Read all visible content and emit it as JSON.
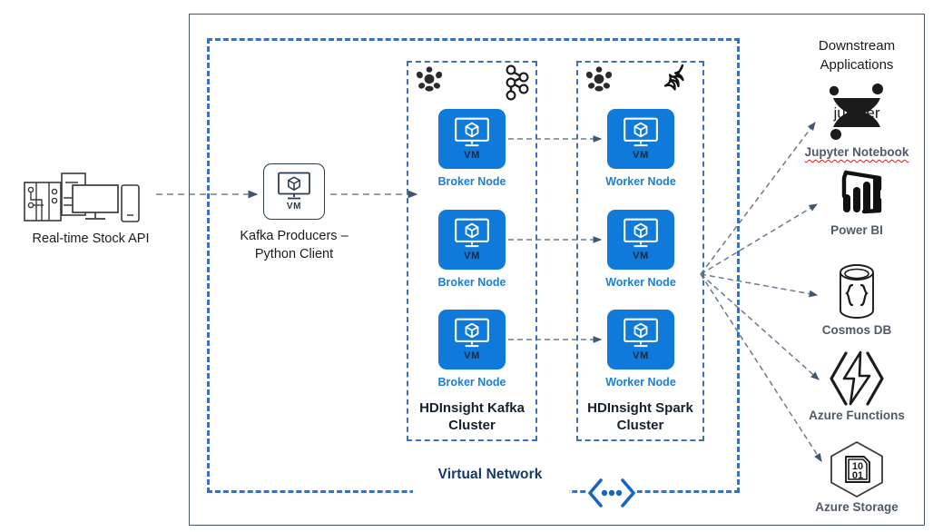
{
  "diagram": {
    "title": "Real-time stock streaming architecture on Azure HDInsight",
    "colors": {
      "vm_tile_blue": "#0f7ada",
      "node_label_blue": "#1a7fd4",
      "vnet_dash_blue": "#3f6fba",
      "outer_border": "#44546a",
      "arrow_gray": "#7b8794",
      "arrow_head": "#3f5570",
      "label_dark": "#1b1b1b",
      "ds_label_gray": "#4f5b68",
      "spellcheck_red": "#e01b1b"
    }
  },
  "source": {
    "label": "Real-time Stock API",
    "icon": "devices-icon"
  },
  "producer": {
    "tile_text": "VM",
    "icon": "vm-monitor-icon",
    "label": "Kafka Producers –\nPython Client",
    "label_line1": "Kafka Producers –",
    "label_line2": "Python Client"
  },
  "vnet": {
    "label": "Virtual Network",
    "icon": "virtual-network-icon"
  },
  "clusters": [
    {
      "id": "kafka",
      "title_line1": "HDInsight Kafka",
      "title_line2": "Cluster",
      "header_icons": [
        "hdinsight-cluster-icon",
        "kafka-logo-icon"
      ],
      "node_label": "Broker Node",
      "nodes": [
        {
          "tile_text": "VM",
          "label": "Broker Node"
        },
        {
          "tile_text": "VM",
          "label": "Broker Node"
        },
        {
          "tile_text": "VM",
          "label": "Broker Node"
        }
      ]
    },
    {
      "id": "spark",
      "title_line1": "HDInsight Spark",
      "title_line2": "Cluster",
      "header_icons": [
        "hdinsight-cluster-icon",
        "spark-logo-icon"
      ],
      "node_label": "Worker Node",
      "nodes": [
        {
          "tile_text": "VM",
          "label": "Worker Node"
        },
        {
          "tile_text": "VM",
          "label": "Worker Node"
        },
        {
          "tile_text": "VM",
          "label": "Worker Node"
        }
      ]
    }
  ],
  "downstream": {
    "title_line1": "Downstream",
    "title_line2": "Applications",
    "items": [
      {
        "label": "Jupyter Notebook",
        "icon": "jupyter-logo-icon",
        "spellcheck_underline": true
      },
      {
        "label": "Power BI",
        "icon": "power-bi-icon",
        "spellcheck_underline": false
      },
      {
        "label": "Cosmos DB",
        "icon": "cosmos-db-icon",
        "spellcheck_underline": false
      },
      {
        "label": "Azure Functions",
        "icon": "azure-functions-icon",
        "spellcheck_underline": false
      },
      {
        "label": "Azure Storage",
        "icon": "azure-storage-icon",
        "spellcheck_underline": false
      }
    ]
  },
  "connections": [
    {
      "from": "Real-time Stock API",
      "to": "Kafka Producers – Python Client",
      "style": "dashed-arrow"
    },
    {
      "from": "Kafka Producers – Python Client",
      "to": "HDInsight Kafka Cluster",
      "style": "dashed-arrow"
    },
    {
      "from": "Broker Node 1",
      "to": "Worker Node 1",
      "style": "dashed-arrow"
    },
    {
      "from": "Broker Node 2",
      "to": "Worker Node 2",
      "style": "dashed-arrow"
    },
    {
      "from": "Broker Node 3",
      "to": "Worker Node 3",
      "style": "dashed-arrow"
    },
    {
      "from": "HDInsight Spark Cluster",
      "to": "Jupyter Notebook",
      "style": "dashed-arrow"
    },
    {
      "from": "HDInsight Spark Cluster",
      "to": "Power BI",
      "style": "dashed-arrow"
    },
    {
      "from": "HDInsight Spark Cluster",
      "to": "Cosmos DB",
      "style": "dashed-arrow"
    },
    {
      "from": "HDInsight Spark Cluster",
      "to": "Azure Functions",
      "style": "dashed-arrow"
    },
    {
      "from": "HDInsight Spark Cluster",
      "to": "Azure Storage",
      "style": "dashed-arrow"
    }
  ]
}
